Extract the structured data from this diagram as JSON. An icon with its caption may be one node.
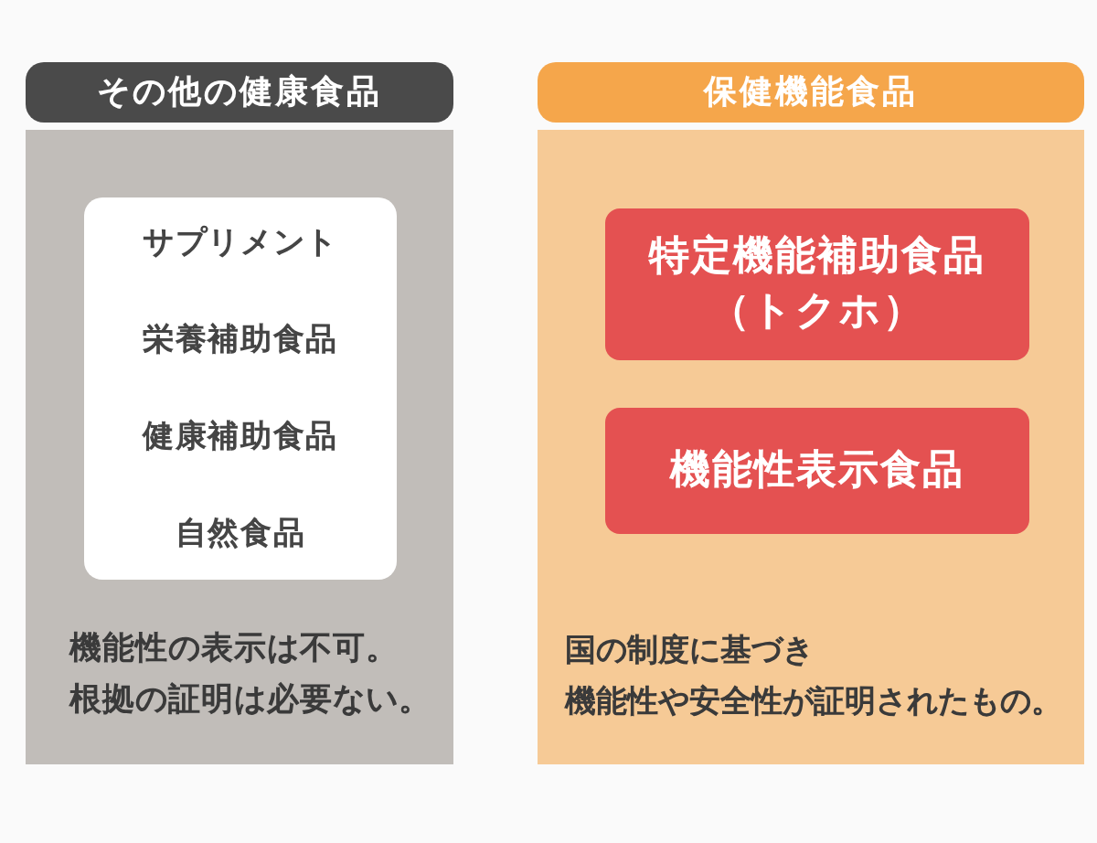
{
  "diagram": {
    "nodes": [
      {
        "text": [
          "その他の健康食品"
        ]
      },
      {
        "text": [
          "機能性の表示は不可。根拠の証明は必要ない。"
        ]
      },
      {
        "text": [
          "サプリメント",
          "栄養補助食品",
          "健康補助食品",
          "自然食品"
        ],
        "in": 1
      },
      {
        "text": [
          "保健機能食品"
        ]
      },
      {
        "text": [
          "国の制度に基づき機能性や安全性が証明されたもの。"
        ]
      },
      {
        "text": [
          "特定機能補助食品（トクホ）"
        ],
        "in": 4
      },
      {
        "text": [
          "機能性表示食品"
        ],
        "in": 4
      }
    ]
  }
}
